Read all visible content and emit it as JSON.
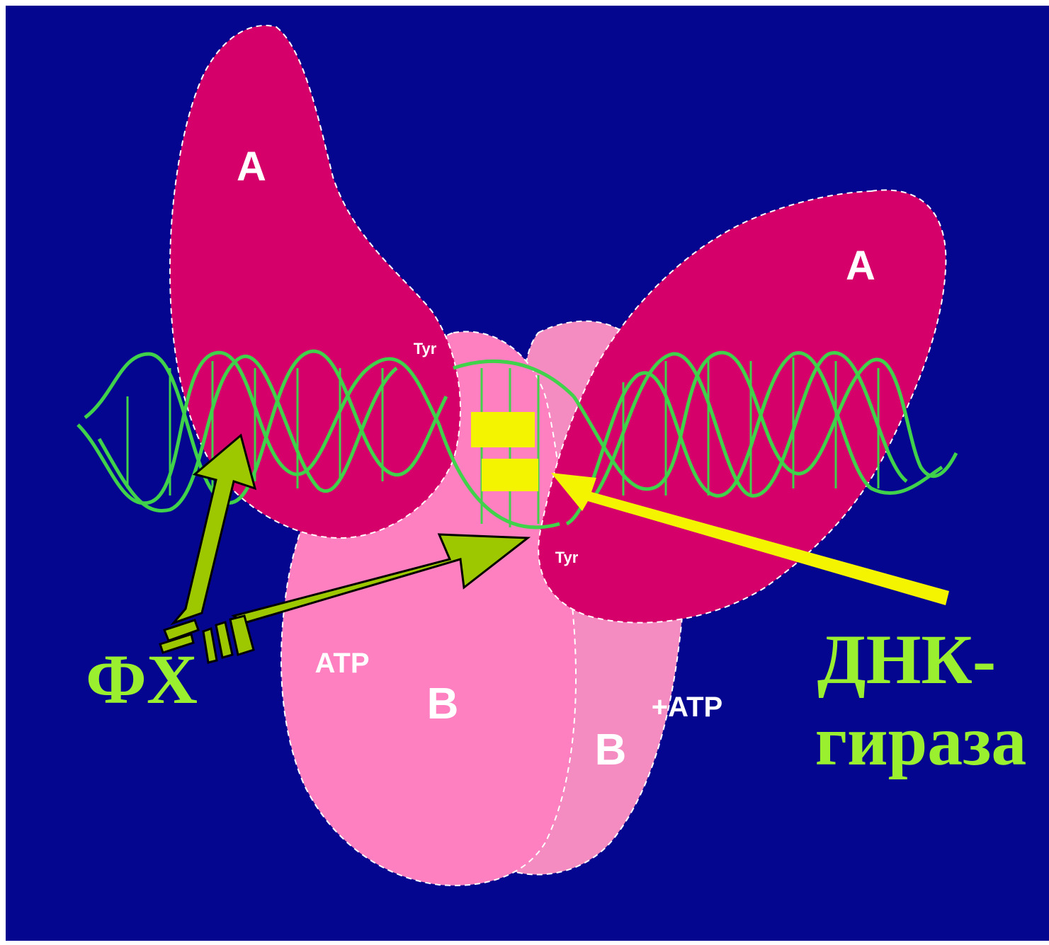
{
  "diagram": {
    "background_color": "#04068f",
    "subunits": {
      "a_left": "A",
      "a_right": "A",
      "b_front": "B",
      "b_back": "B"
    },
    "atp_labels": {
      "front": "ATP",
      "back": "+ATP"
    },
    "tyr_labels": {
      "top": "Tyr",
      "bottom": "Tyr"
    },
    "labels": {
      "fh": "ФХ",
      "enzyme_line1": "ДНК-",
      "enzyme_line2": "гираза"
    },
    "colors": {
      "subunit_a": "#d6006a",
      "subunit_b_front": "#ff80c0",
      "subunit_b_back": "#f48cc2",
      "dna": "#3fd24a",
      "fh_arrow": "#9dc800",
      "enzyme_arrow": "#f5f400",
      "label_text": "#9af02f",
      "active_site": "#f5f400"
    }
  }
}
